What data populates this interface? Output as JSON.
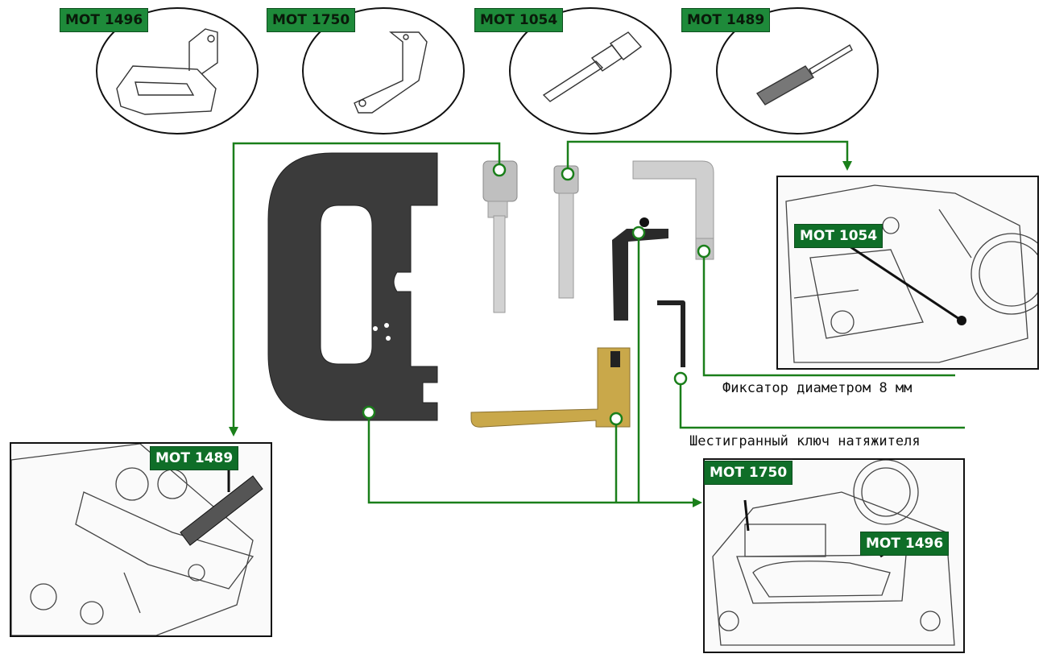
{
  "tools": {
    "t1496": "МОТ 1496",
    "t1750": "МОТ 1750",
    "t1054": "МОТ 1054",
    "t1489": "МОТ 1489"
  },
  "insets": {
    "right_top_label": "МОТ 1054",
    "left_bottom_label": "МОТ 1489",
    "right_bottom_label_a": "МОТ 1750",
    "right_bottom_label_b": "МОТ 1496"
  },
  "captions": {
    "pin": "Фиксатор диаметром 8 мм",
    "key": "Шестигранный ключ натяжителя"
  },
  "colors": {
    "line": "#1a7f1a",
    "tag": "#1e8a3a",
    "tag_dark": "#0f6e28",
    "plate": "#3a3a3a",
    "metal": "#c8c8c8",
    "brass": "#c9a84a"
  }
}
